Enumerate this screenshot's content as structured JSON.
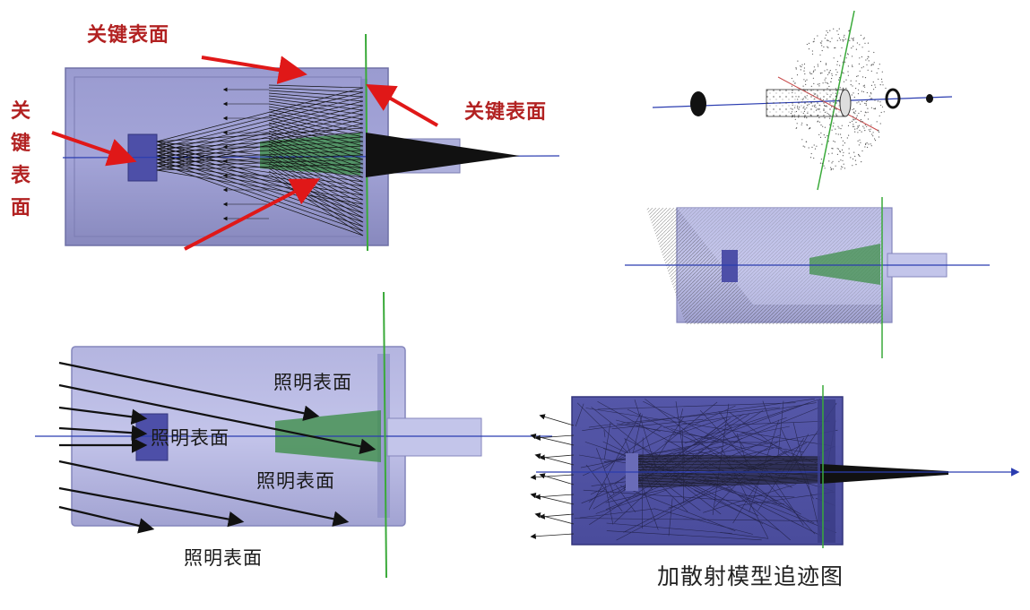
{
  "figures": {
    "top_left": {
      "labels": {
        "left_vertical": [
          "关",
          "键",
          "表",
          "面"
        ],
        "top": "关键表面",
        "right": "关键表面"
      }
    },
    "bottom_left": {
      "labels": {
        "top_right": "照明表面",
        "middle_left": "照明表面",
        "middle_right": "照明表面",
        "bottom": "照明表面"
      }
    },
    "bottom_right": {
      "caption": "加散射模型追迹图"
    }
  },
  "colors": {
    "housing": "#8f90c4",
    "housing_edge": "#6f70a6",
    "optic_green": "#3f8f4a",
    "axis_blue": "#2a3cb0",
    "axis_green": "#3aaa3a",
    "arrow_red": "#e01818",
    "label_red": "#b22222",
    "ray_black": "#111111"
  }
}
